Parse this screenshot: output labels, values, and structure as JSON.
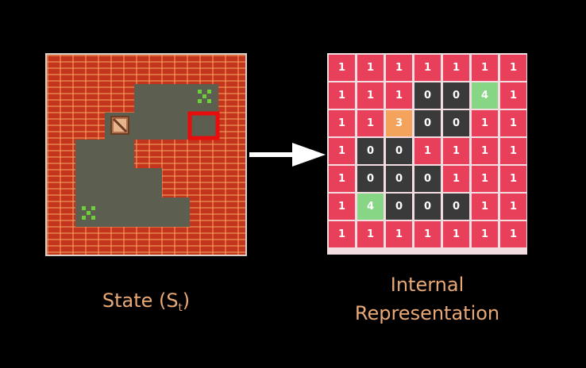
{
  "state_caption": {
    "prefix": "State (S",
    "subscript": "t",
    "suffix": ")"
  },
  "representation_caption": {
    "line1": "Internal",
    "line2": "Representation"
  },
  "colors": {
    "wall": "#c4341e",
    "floor": "#5c5e50",
    "cell_wall": "#e8405a",
    "cell_floor": "#3a3a3a",
    "cell_box": "#f3a35c",
    "cell_goal": "#86d686",
    "caption": "#e8a977",
    "agent_outline": "#e80c0c",
    "goal_marker": "#6fce3c"
  },
  "icons": [
    "box-icon",
    "goal-marker-icon",
    "agent-outline-icon",
    "arrow-icon"
  ],
  "grid": [
    [
      1,
      1,
      1,
      1,
      1,
      1,
      1
    ],
    [
      1,
      1,
      1,
      0,
      0,
      4,
      1
    ],
    [
      1,
      1,
      3,
      0,
      0,
      1,
      1
    ],
    [
      1,
      0,
      0,
      1,
      1,
      1,
      1
    ],
    [
      1,
      0,
      0,
      0,
      1,
      1,
      1
    ],
    [
      1,
      4,
      0,
      0,
      0,
      1,
      1
    ],
    [
      1,
      1,
      1,
      1,
      1,
      1,
      1
    ]
  ]
}
